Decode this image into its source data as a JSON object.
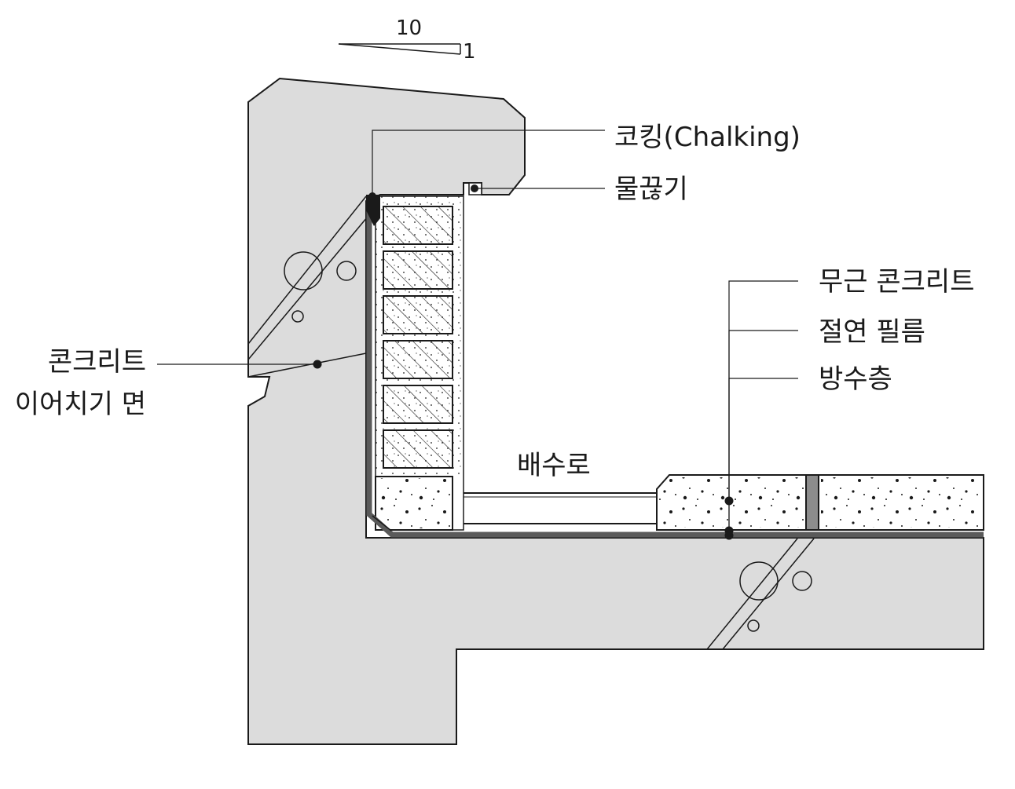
{
  "slope": {
    "run": "10",
    "rise": "1"
  },
  "labels": {
    "caulking": "코킹(Chalking)",
    "drip": "물끊기",
    "plain_concrete": "무근 콘크리트",
    "insulation_film": "절연 필름",
    "waterproof_layer": "방수층",
    "drain": "배수로",
    "joint_line1": "콘크리트",
    "joint_line2": "이어치기 면"
  },
  "colors": {
    "concrete": "#dcdcdc",
    "outline": "#1a1a1a",
    "waterproofing": "#5a5a5a",
    "joint_sealant": "#8c8c8c"
  }
}
